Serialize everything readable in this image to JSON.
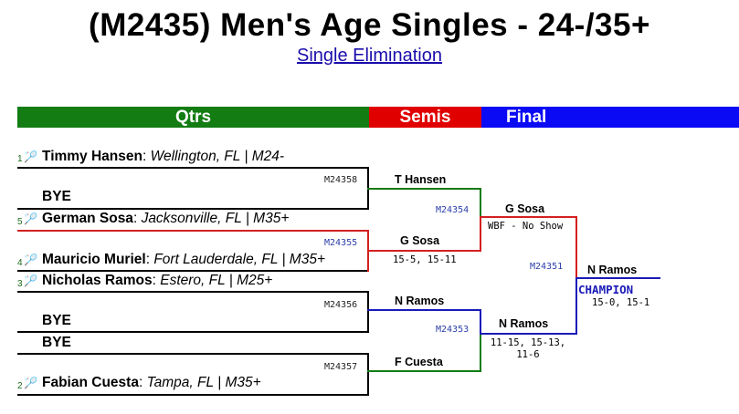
{
  "header": {
    "title": "(M2435) Men's Age Singles - 24-/35+",
    "subtitle": "Single Elimination"
  },
  "rounds": [
    {
      "label": "Qtrs",
      "color": "#137c13"
    },
    {
      "label": "Semis",
      "color": "#e00000"
    },
    {
      "label": "Final",
      "color": "#0a0af5"
    }
  ],
  "players": [
    {
      "seed": "1",
      "name": "Timmy Hansen",
      "info": "Wellington, FL | M24-"
    },
    {
      "seed": "",
      "name": "BYE",
      "info": ""
    },
    {
      "seed": "5",
      "name": "German Sosa",
      "info": "Jacksonville, FL | M35+"
    },
    {
      "seed": "4",
      "name": "Mauricio Muriel",
      "info": "Fort Lauderdale, FL | M35+"
    },
    {
      "seed": "3",
      "name": "Nicholas Ramos",
      "info": "Estero, FL | M25+"
    },
    {
      "seed": "",
      "name": "BYE",
      "info": ""
    },
    {
      "seed": "",
      "name": "BYE",
      "info": ""
    },
    {
      "seed": "2",
      "name": "Fabian Cuesta",
      "info": "Tampa, FL | M35+"
    }
  ],
  "quarterfinals": [
    {
      "code": "M24358",
      "winner": "T Hansen",
      "score": ""
    },
    {
      "code": "M24355",
      "winner": "G Sosa",
      "score": "15-5, 15-11"
    },
    {
      "code": "M24356",
      "winner": "N Ramos",
      "score": ""
    },
    {
      "code": "M24357",
      "winner": "F Cuesta",
      "score": ""
    }
  ],
  "semifinals": [
    {
      "code": "M24354",
      "winner": "G Sosa",
      "score": "WBF - No Show"
    },
    {
      "code": "M24353",
      "winner": "N Ramos",
      "score": "11-15, 15-13, 11-6"
    }
  ],
  "final": {
    "code": "M24351",
    "winner": "N Ramos",
    "badge": "CHAMPION",
    "score": "15-0, 15-1"
  },
  "colors": {
    "green": "#137c13",
    "red": "#d32020",
    "blue": "#1a1ab8",
    "black": "#000000"
  }
}
